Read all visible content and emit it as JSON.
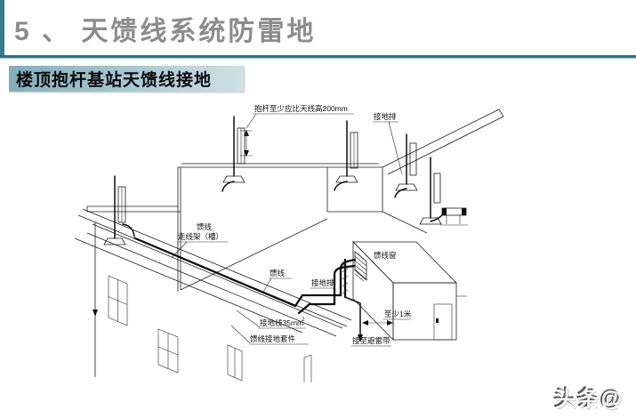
{
  "header": {
    "title": "5 、 天馈线系统防雷地",
    "subtitle": "楼顶抱杆基站天馈线接地",
    "accent_color": "#3a7a89",
    "divider_color": "#2f6f80"
  },
  "diagram": {
    "labels": {
      "pole_height": "抱杆至少应比天线高200mm",
      "ground_bar_top": "接地排",
      "feeder_line_1": "馈线",
      "cable_tray": "走线架（槽）",
      "feeder_line_2": "馈线",
      "ground_bar_mid": "接地排",
      "ground_wire": "接地线35mm",
      "ground_wire_sup": "2",
      "feeder_ground_kit": "馈线接地套件",
      "feeder_window": "馈线窗",
      "min_distance": "至少1米",
      "to_lightning_belt": "接至避雷带"
    }
  },
  "watermark": "头条@"
}
